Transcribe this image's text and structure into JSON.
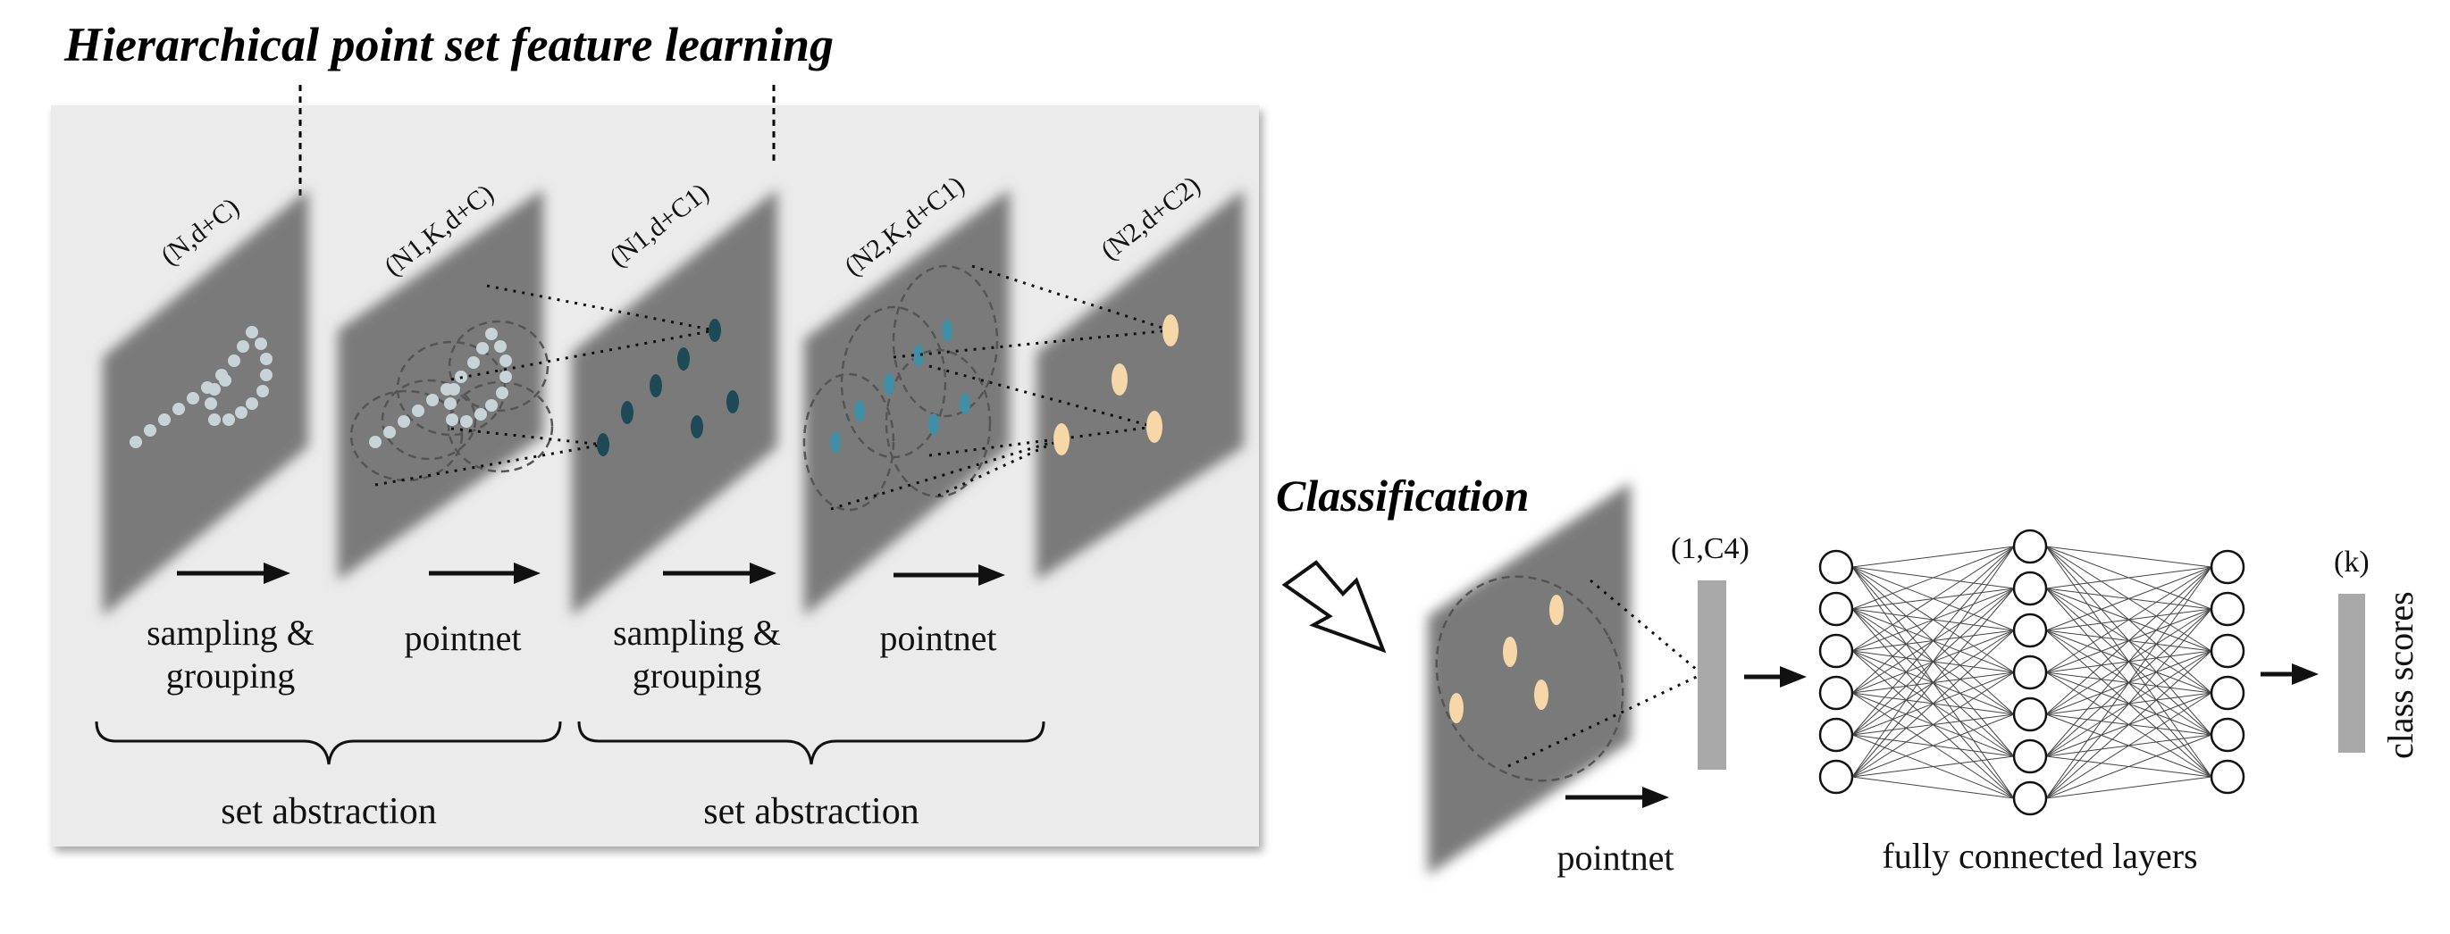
{
  "title": "Hierarchical point set feature learning",
  "classification_title": "Classification",
  "planes": [
    {
      "label": "(N,d+C)"
    },
    {
      "label": "(N1,K,d+C)"
    },
    {
      "label": "(N1,d+C1)"
    },
    {
      "label": "(N2,K,d+C1)"
    },
    {
      "label": "(N2,d+C2)"
    }
  ],
  "steps": [
    {
      "line1": "sampling &",
      "line2": "grouping"
    },
    {
      "line1": "pointnet",
      "line2": ""
    },
    {
      "line1": "sampling &",
      "line2": "grouping"
    },
    {
      "line1": "pointnet",
      "line2": ""
    }
  ],
  "brace_labels": [
    "set abstraction",
    "set abstraction"
  ],
  "class_vector_label": "(1,C4)",
  "class_pointnet_label": "pointnet",
  "fc_label": "fully connected layers",
  "scores_dim_label": "(k)",
  "scores_label": "class scores",
  "colors": {
    "panel": "#ebebeb",
    "plane": "#7a7a7a",
    "point_light": "#c8d3d8",
    "point_dark": "#1e4a58",
    "point_teal": "#3f8fa6",
    "point_orange": "#f6d7a8",
    "bar": "#a9a9a9"
  }
}
